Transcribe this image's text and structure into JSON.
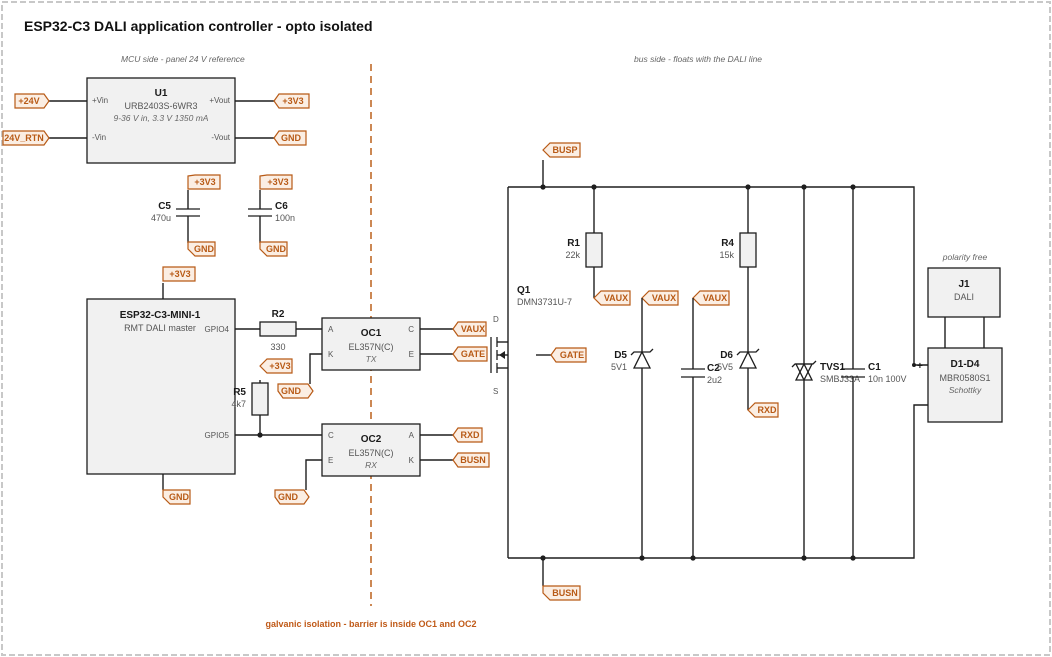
{
  "title": "ESP32-C3 DALI application controller - opto isolated",
  "sections": {
    "mcu_side": "MCU side - panel 24 V reference",
    "bus_side": "bus side - floats with the DALI line",
    "isolation_note": "galvanic isolation - barrier is inside OC1 and OC2"
  },
  "colors": {
    "net_flag": "#b85a16",
    "isolation": "#c06a2a",
    "wire": "#1e1e1e",
    "component_fill": "#f1f1f1"
  },
  "components": {
    "u1": {
      "ref": "U1",
      "value": "URB2403S-6WR3",
      "note": "9-36 V in, 3.3 V 1350 mA",
      "pins": {
        "vin_pos": "+Vin",
        "vin_neg": "-Vin",
        "vout_pos": "+Vout",
        "vout_neg": "-Vout"
      }
    },
    "c5": {
      "ref": "C5",
      "value": "470u"
    },
    "c6": {
      "ref": "C6",
      "value": "100n"
    },
    "mcu": {
      "ref": "ESP32-C3-MINI-1",
      "value": "RMT DALI master",
      "pins": {
        "gpio4": "GPIO4",
        "gpio5": "GPIO5"
      }
    },
    "r2": {
      "ref": "R2",
      "value": "330"
    },
    "r5": {
      "ref": "R5",
      "value": "4k7"
    },
    "oc1": {
      "ref": "OC1",
      "value": "EL357N(C)",
      "note": "TX",
      "pins": {
        "a": "A",
        "k": "K",
        "c": "C",
        "e": "E"
      }
    },
    "oc2": {
      "ref": "OC2",
      "value": "EL357N(C)",
      "note": "RX",
      "pins": {
        "c": "C",
        "e": "E",
        "a": "A",
        "k": "K"
      }
    },
    "q1": {
      "ref": "Q1",
      "value": "DMN3731U-7",
      "pins": {
        "d": "D",
        "s": "S"
      }
    },
    "r1": {
      "ref": "R1",
      "value": "22k"
    },
    "r4": {
      "ref": "R4",
      "value": "15k"
    },
    "d5": {
      "ref": "D5",
      "value": "5V1"
    },
    "c2": {
      "ref": "C2",
      "value": "2u2"
    },
    "d6": {
      "ref": "D6",
      "value": "5V5"
    },
    "tvs1": {
      "ref": "TVS1",
      "value": "SMBJ33A"
    },
    "c1": {
      "ref": "C1",
      "value": "10n 100V"
    },
    "j1": {
      "ref": "J1",
      "value": "DALI",
      "note": "polarity free"
    },
    "bridge": {
      "ref": "D1-D4",
      "value": "MBR0580S1",
      "note": "Schottky",
      "plus": "+"
    }
  },
  "nets": {
    "p24v": "+24V",
    "rtn24v": "24V_RTN",
    "p3v3": "+3V3",
    "gnd": "GND",
    "busp": "BUSP",
    "busn": "BUSN",
    "vaux": "VAUX",
    "gate": "GATE",
    "rxd": "RXD"
  }
}
